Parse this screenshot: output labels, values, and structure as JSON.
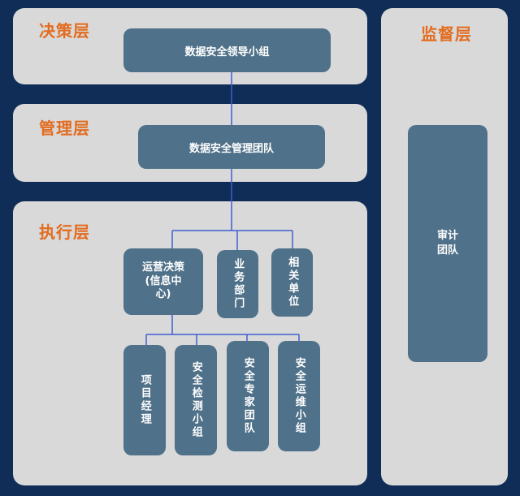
{
  "layers": {
    "decision": "决策层",
    "management": "管理层",
    "execution": "执行层",
    "supervision": "监督层"
  },
  "nodes": {
    "leadership_group": "数据安全领导小组",
    "management_team": "数据安全管理团队",
    "ops_decision_line1": "运营决策",
    "ops_decision_line2": "(信息中",
    "ops_decision_line3": "心)",
    "business_dept": "业务部门",
    "related_units": "相关单位",
    "project_manager": "项目经理",
    "security_testing_group": "安全检测小组",
    "security_expert_team": "安全专家团队",
    "security_ops_group": "安全运维小组",
    "audit_line1": "审计",
    "audit_line2": "团队"
  },
  "colors": {
    "background": "#0f2d56",
    "panel": "#d9d9d9",
    "node": "#4f7189",
    "connector": "#3f5fd0",
    "layer_title": "#e36c1f"
  }
}
